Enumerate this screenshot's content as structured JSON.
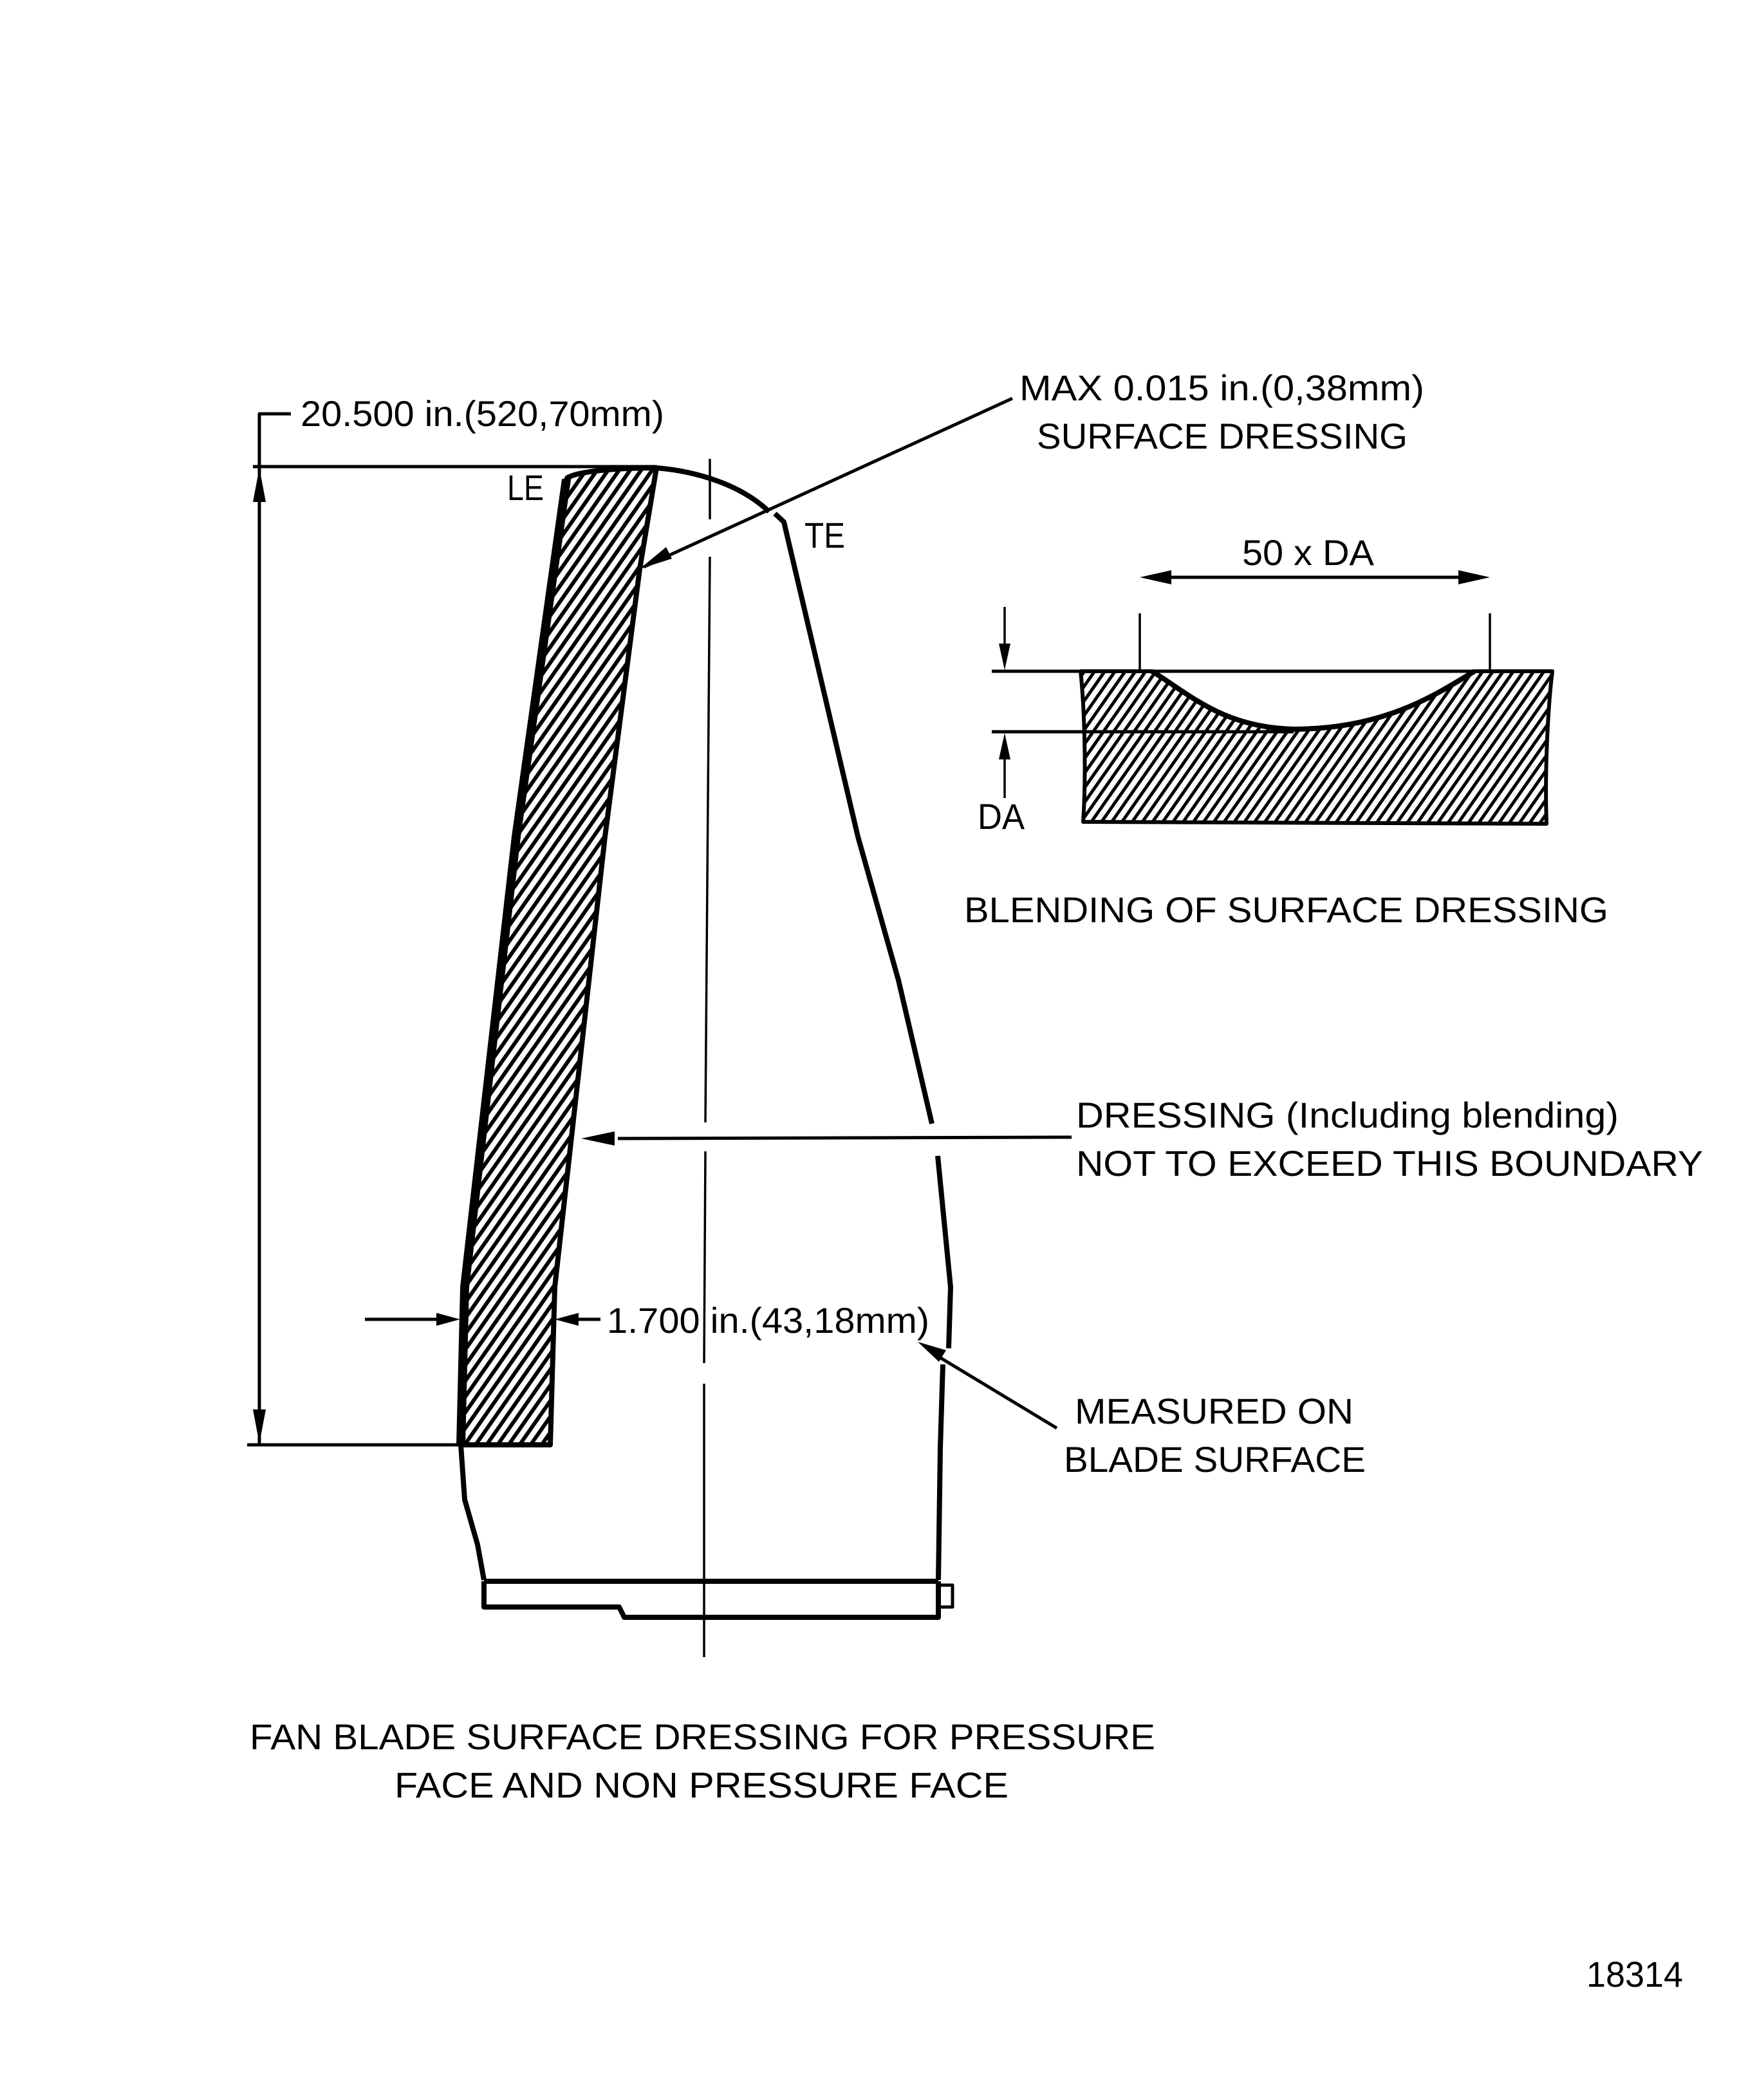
{
  "figure": {
    "number": "18314",
    "caption": {
      "line1": "FAN BLADE SURFACE DRESSING FOR PRESSURE",
      "line2": "FACE AND NON PRESSURE FACE"
    }
  },
  "main_view": {
    "height_dimension": "20.500 in.(520,70mm)",
    "leading_edge_label": "LE",
    "trailing_edge_label": "TE",
    "max_dressing": {
      "line1": "MAX  0.015 in.(0,38mm)",
      "line2": "SURFACE  DRESSING"
    },
    "boundary_note": {
      "line1": "DRESSING (Including  blending)",
      "line2": "NOT TO EXCEED THIS BOUNDARY"
    },
    "width_dimension": "1.700 in.(43,18mm)",
    "measured_note": {
      "line1": "MEASURED ON",
      "line2": "BLADE SURFACE"
    }
  },
  "detail_view": {
    "title": "BLENDING OF SURFACE DRESSING",
    "length_dimension": "50 x DA",
    "depth_label": "DA"
  },
  "colors": {
    "ink": "#000000",
    "paper": "#ffffff"
  }
}
